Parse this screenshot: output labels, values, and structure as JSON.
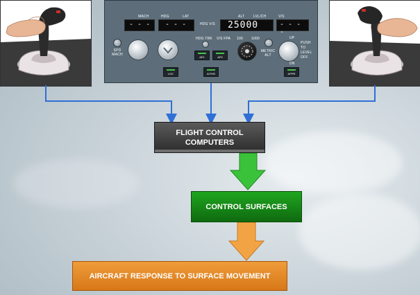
{
  "fcu": {
    "labels": {
      "mach": "MACH",
      "hdg": "HDG",
      "lat": "LAT",
      "hdg_vs": "HDG V/S",
      "alt": "ALT",
      "lvl_ch": "LVL/CH",
      "vs": "V/S",
      "spd_mach": "SPD MACH",
      "hdg_trk": "HDG TRK",
      "vs_fpa": "V/S FPA",
      "metric_alt": "METRIC ALT",
      "push_to_level_off": "PUSH TO LEVEL OFF",
      "up": "UP",
      "dn": "DN",
      "hundred": "100",
      "thousand": "1000"
    },
    "speed_display": "- - -",
    "heading_display": "- - -",
    "altitude_display": "25000",
    "vs_display": "- - - -",
    "buttons": {
      "loc": "LOC",
      "ap1": "AP1",
      "ap2": "AP2",
      "athr": "A/THR",
      "appr": "APPR"
    }
  },
  "boxes": {
    "fcc_line1": "FLIGHT CONTROL",
    "fcc_line2": "COMPUTERS",
    "control_surfaces": "CONTROL SURFACES",
    "aircraft_response": "AIRCRAFT RESPONSE TO SURFACE MOVEMENT"
  },
  "colors": {
    "connector": "#2f6fd6",
    "fcc": "#3a3a3a",
    "control_surfaces": "#159215",
    "aircraft_response": "#e5861f",
    "arrow_green": "#3bc23b",
    "arrow_orange": "#f2a445"
  }
}
